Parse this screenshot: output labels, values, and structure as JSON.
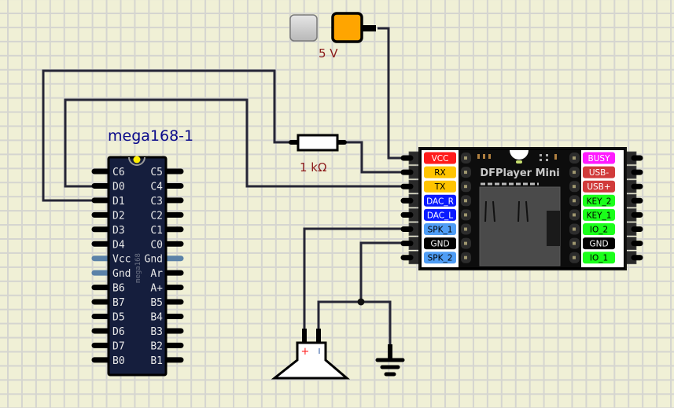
{
  "power_source": {
    "label": "5 V",
    "button_color": "#cfcfcf",
    "source_color": "#ffa500"
  },
  "resistor": {
    "label": "1 kΩ"
  },
  "mcu": {
    "name": "mega168-1",
    "part": "mega168",
    "body_color": "#151e3d",
    "left_pins": [
      "C6",
      "D0",
      "D1",
      "D2",
      "D3",
      "D4",
      "Vcc",
      "Gnd",
      "B6",
      "B7",
      "D5",
      "D6",
      "D7",
      "B0"
    ],
    "right_pins": [
      "C5",
      "C4",
      "C3",
      "C2",
      "C1",
      "C0",
      "Gnd",
      "Ar",
      "A+",
      "B5",
      "B4",
      "B3",
      "B2",
      "B1"
    ]
  },
  "dfplayer": {
    "title": "DFPlayer Mini",
    "left_pins": [
      {
        "label": "VCC",
        "color": "#ff1a1a",
        "text": "#ffffff"
      },
      {
        "label": "RX",
        "color": "#ffc400",
        "text": "#000000"
      },
      {
        "label": "TX",
        "color": "#ffc400",
        "text": "#000000"
      },
      {
        "label": "DAC_R",
        "color": "#0a1aff",
        "text": "#ffffff"
      },
      {
        "label": "DAC_L",
        "color": "#0a1aff",
        "text": "#ffffff"
      },
      {
        "label": "SPK_1",
        "color": "#4f9df5",
        "text": "#000000"
      },
      {
        "label": "GND",
        "color": "#000000",
        "text": "#ffffff"
      },
      {
        "label": "SPK_2",
        "color": "#4f9df5",
        "text": "#000000"
      }
    ],
    "right_pins": [
      {
        "label": "BUSY",
        "color": "#ff1aff",
        "text": "#ffffff"
      },
      {
        "label": "USB-",
        "color": "#d13b3b",
        "text": "#ffffff"
      },
      {
        "label": "USB+",
        "color": "#d13b3b",
        "text": "#ffffff"
      },
      {
        "label": "KEY_2",
        "color": "#1aff1a",
        "text": "#000000"
      },
      {
        "label": "KEY_1",
        "color": "#1aff1a",
        "text": "#000000"
      },
      {
        "label": "IO_2",
        "color": "#1aff1a",
        "text": "#000000"
      },
      {
        "label": "GND",
        "color": "#000000",
        "text": "#ffffff"
      },
      {
        "label": "IO_1",
        "color": "#1aff1a",
        "text": "#000000"
      }
    ]
  },
  "speaker": {
    "plus_label": "+",
    "minus_label": "I"
  }
}
